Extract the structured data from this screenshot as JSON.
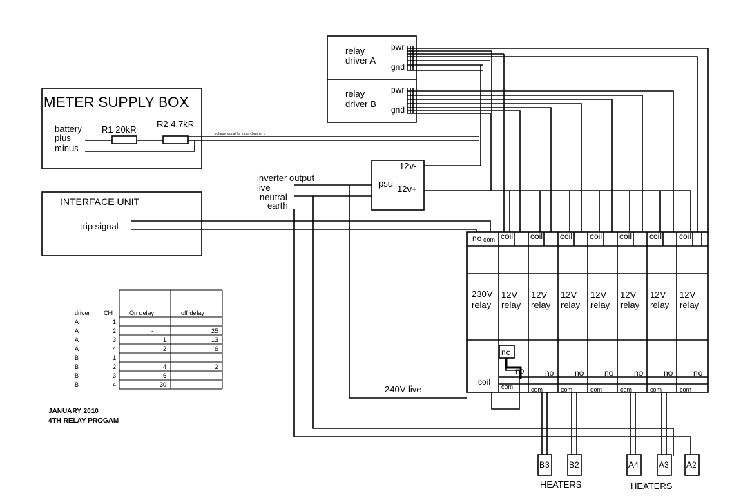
{
  "meter_box": {
    "title": "METER SUPPLY BOX",
    "battery": "battery",
    "plus": "plus",
    "minus": "minus",
    "r1": "R1 20kR",
    "r2": "R2 4.7kR",
    "signal_note": "voltage signal for input channel 1"
  },
  "interface_unit": {
    "title": "INTERFACE UNIT",
    "trip_signal": "trip signal"
  },
  "relay_driver_a": {
    "line1": "relay",
    "line2": "driver A",
    "pwr": "pwr",
    "gnd": "gnd"
  },
  "relay_driver_b": {
    "line1": "relay",
    "line2": "driver B",
    "pwr": "pwr",
    "gnd": "gnd"
  },
  "psu": {
    "label": "psu",
    "neg": "12v-",
    "pos": "12v+"
  },
  "inverter": {
    "output": "inverter output",
    "live": "live",
    "neutral": "neutral",
    "earth": "earth"
  },
  "relays": {
    "no": "no",
    "com": "com",
    "coil": "coil",
    "nc": "nc",
    "relay_word": "relay",
    "relay230_voltage": "230V",
    "relay12_voltage": "12V"
  },
  "live240": "240V live",
  "heaters": {
    "label": "HEATERS",
    "groups": [
      [
        "B3",
        "B2"
      ],
      [
        "A4",
        "A3",
        "A2"
      ]
    ]
  },
  "delay_table": {
    "headers": [
      "driver",
      "CH",
      "On delay",
      "off delay"
    ],
    "rows": [
      [
        "A",
        "1",
        "",
        ""
      ],
      [
        "A",
        "2",
        "-",
        "25"
      ],
      [
        "A",
        "3",
        "1",
        "13"
      ],
      [
        "A",
        "4",
        "2",
        "6"
      ],
      [
        "B",
        "1",
        "",
        ""
      ],
      [
        "B",
        "2",
        "4",
        "2"
      ],
      [
        "B",
        "3",
        "6",
        "-"
      ],
      [
        "B",
        "4",
        "30",
        ""
      ]
    ]
  },
  "footer": {
    "date": "JANUARY 2010",
    "program": "4TH RELAY PROGAM"
  }
}
